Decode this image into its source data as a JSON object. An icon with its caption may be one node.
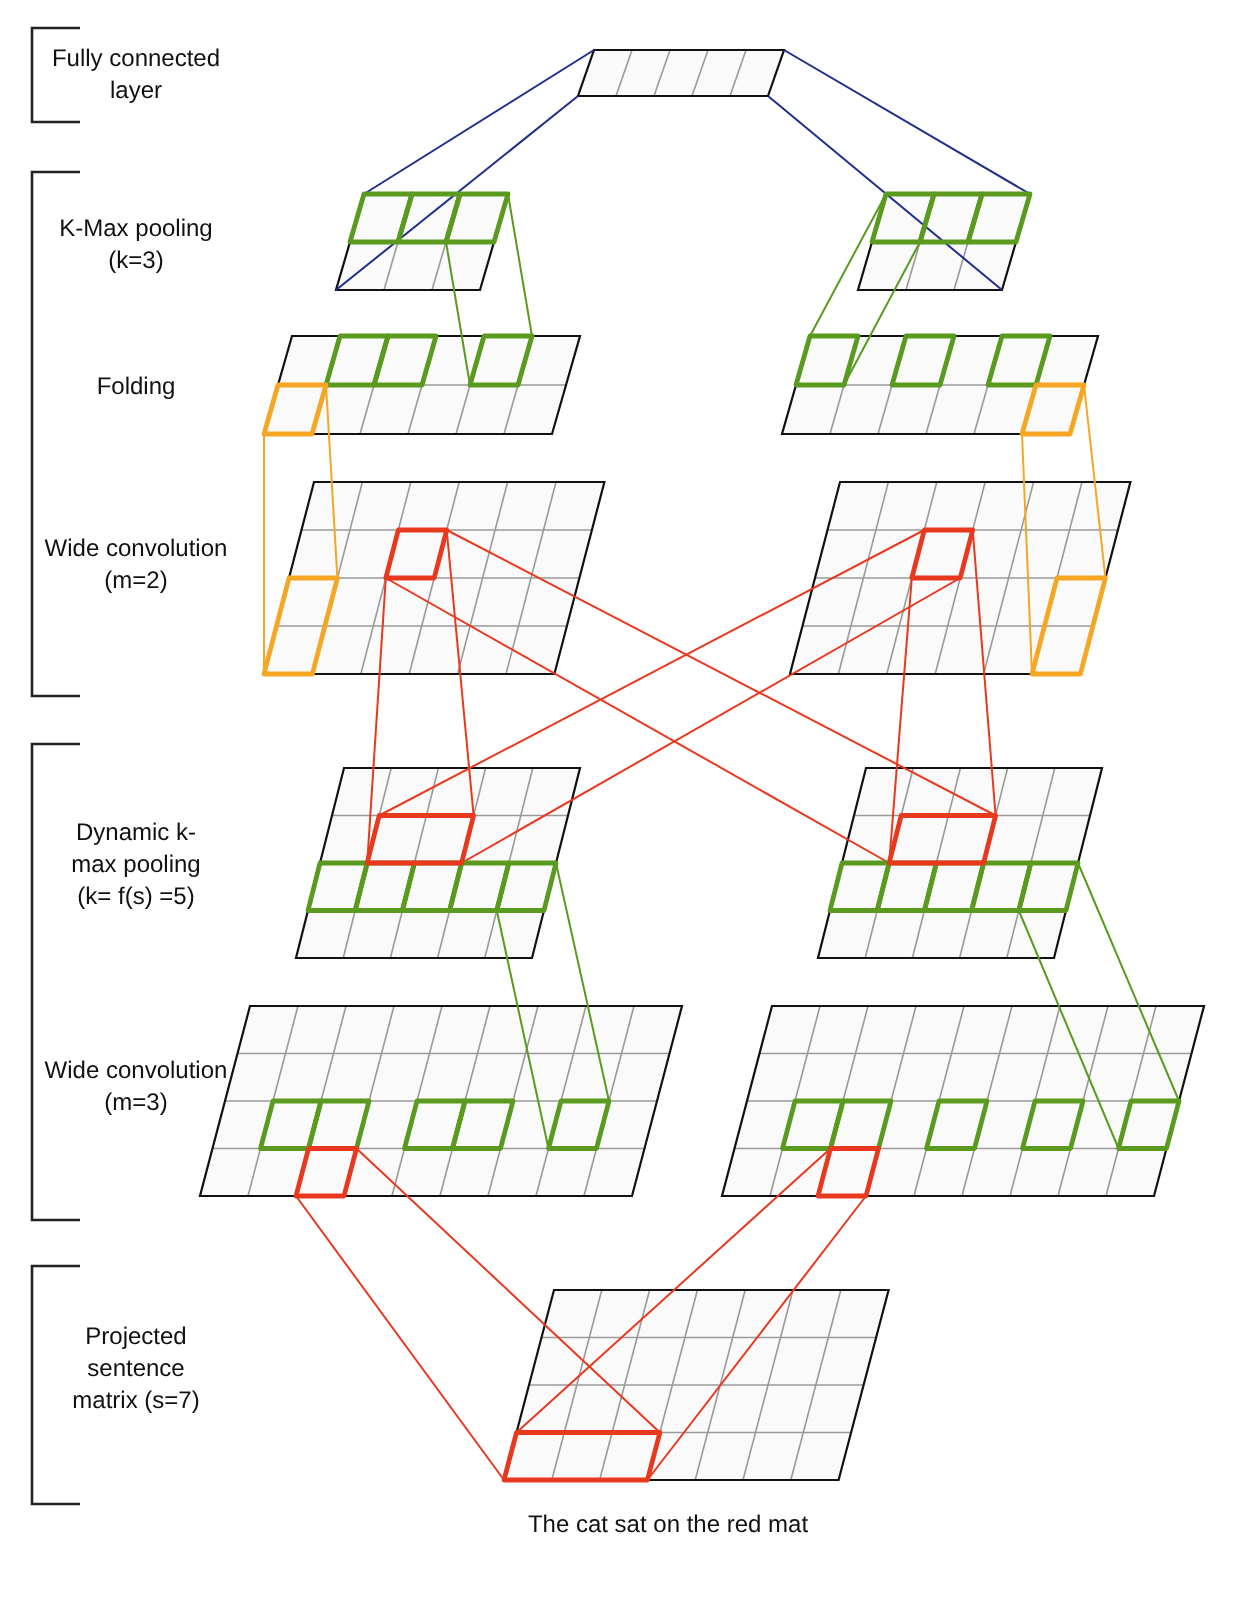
{
  "diagram": {
    "labels": [
      "Fully connected layer",
      "K-Max pooling (k=3)",
      "Folding",
      "Wide convolution (m=2)",
      "Dynamic k-max pooling (k= f(s) =5)",
      "Wide convolution (m=3)",
      "Projected sentence matrix (s=7)",
      "The cat sat on the red mat"
    ]
  }
}
